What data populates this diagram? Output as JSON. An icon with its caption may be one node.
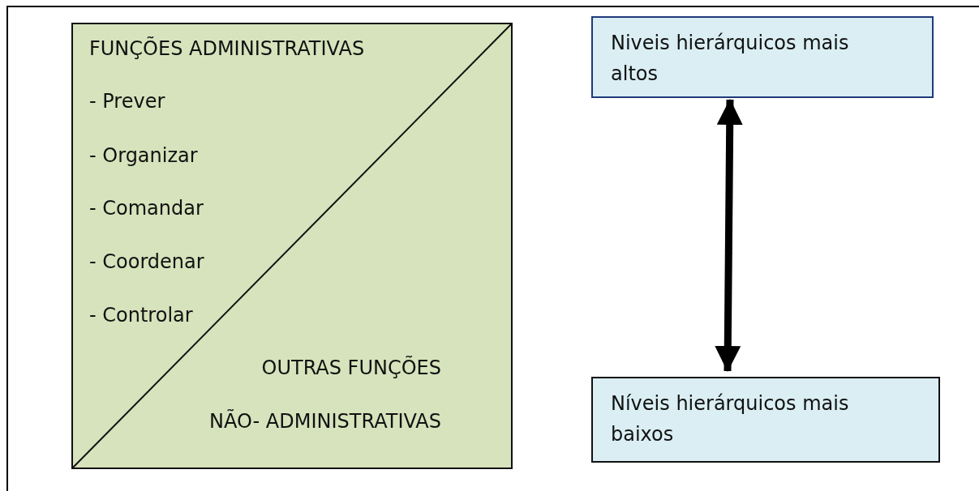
{
  "diagram": {
    "nodes": [
      {
        "text": [
          "FUNÇÕES ADMINISTRATIVAS",
          "- Prever",
          "- Organizar",
          "- Comandar",
          "- Coordenar",
          "- Controlar",
          "OUTRAS FUNÇÕES",
          "NÃO- ADMINISTRATIVAS"
        ]
      },
      {
        "text": [
          "Niveis hierárquicos mais altos"
        ]
      },
      {
        "text": [
          "Níveis hierárquicos mais baixos"
        ]
      }
    ],
    "edges": [
      {
        "from": 1,
        "to": 2,
        "arrow": "both"
      }
    ]
  }
}
